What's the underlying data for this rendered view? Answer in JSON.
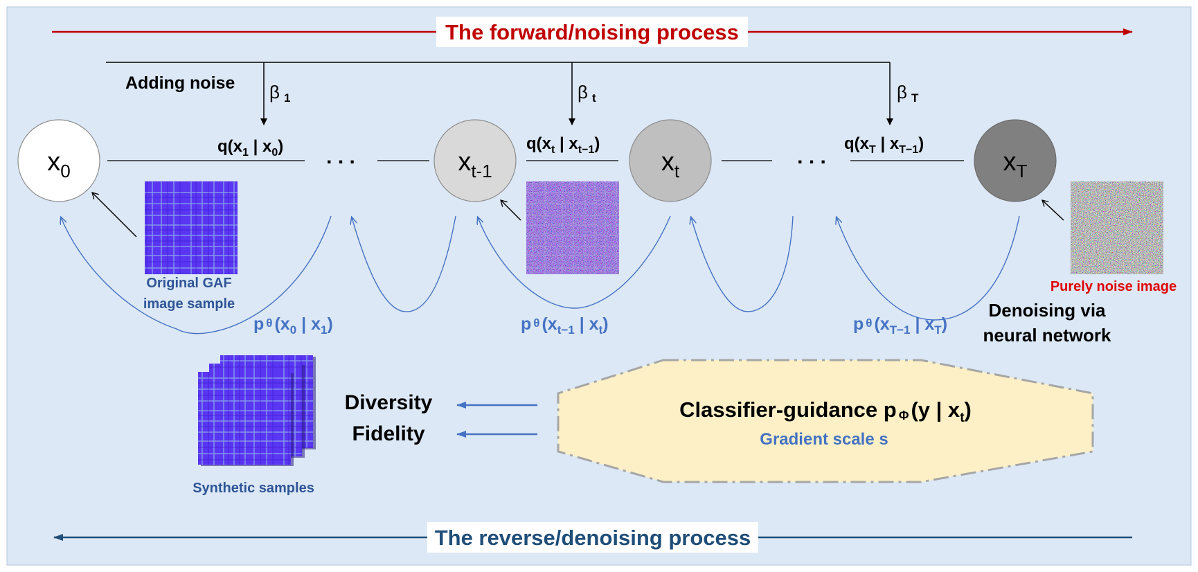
{
  "forward_title": "The forward/noising process",
  "reverse_title": "The reverse/denoising process",
  "adding_noise": "Adding noise",
  "betas": [
    {
      "sym": "β",
      "sub": "1"
    },
    {
      "sym": "β",
      "sub": "t"
    },
    {
      "sym": "β",
      "sub": "T"
    }
  ],
  "nodes": [
    {
      "base": "x",
      "sub": "0",
      "color": "#ffffff"
    },
    {
      "base": "x",
      "sub": "t-1",
      "color": "#d9d9d9"
    },
    {
      "base": "x",
      "sub": "t",
      "color": "#bfbfbf"
    },
    {
      "base": "x",
      "sub": "T",
      "color": "#808080"
    }
  ],
  "ellipsis": ". . .",
  "q_labels": [
    {
      "pre": "q(x",
      "s1": "1",
      "mid": " | x",
      "s2": "0",
      "post": ")"
    },
    {
      "pre": "q(x",
      "s1": "t",
      "mid": " | x",
      "s2": "t−1",
      "post": ")"
    },
    {
      "pre": "q(x",
      "s1": "T",
      "mid": " | x",
      "s2": "T−1",
      "post": ")"
    }
  ],
  "p_labels": [
    {
      "pre": "p",
      "theta": "θ",
      "a": "(x",
      "s1": "0",
      "mid": " | x",
      "s2": "1",
      "post": ")"
    },
    {
      "pre": "p",
      "theta": "θ",
      "a": "(x",
      "s1": "t−1",
      "mid": " | x",
      "s2": "t",
      "post": ")"
    },
    {
      "pre": "p",
      "theta": "θ",
      "a": "(x",
      "s1": "T−1",
      "mid": " | x",
      "s2": "T",
      "post": ")"
    }
  ],
  "original_gaf_line1": "Original GAF",
  "original_gaf_line2": "image sample",
  "purely_noise": "Purely noise image",
  "denoising_line1": "Denoising via",
  "denoising_line2": "neural network",
  "synthetic_samples": "Synthetic samples",
  "diversity": "Diversity",
  "fidelity": "Fidelity",
  "classifier": {
    "pre": "Classifier-guidance p",
    "phi": "Φ",
    "a": "(y | x",
    "sub": "t",
    "post": ")"
  },
  "gradient_scale": "Gradient scale s",
  "colors": {
    "background": "#dce8f5",
    "forward": "#c00000",
    "reverse": "#1f4e79",
    "blue_text": "#4472c4",
    "dark_blue_text": "#2f5597",
    "red_text": "#e00000",
    "guidance_fill": "#fdf0c6",
    "gaf_purple": "#5b3cf0"
  }
}
